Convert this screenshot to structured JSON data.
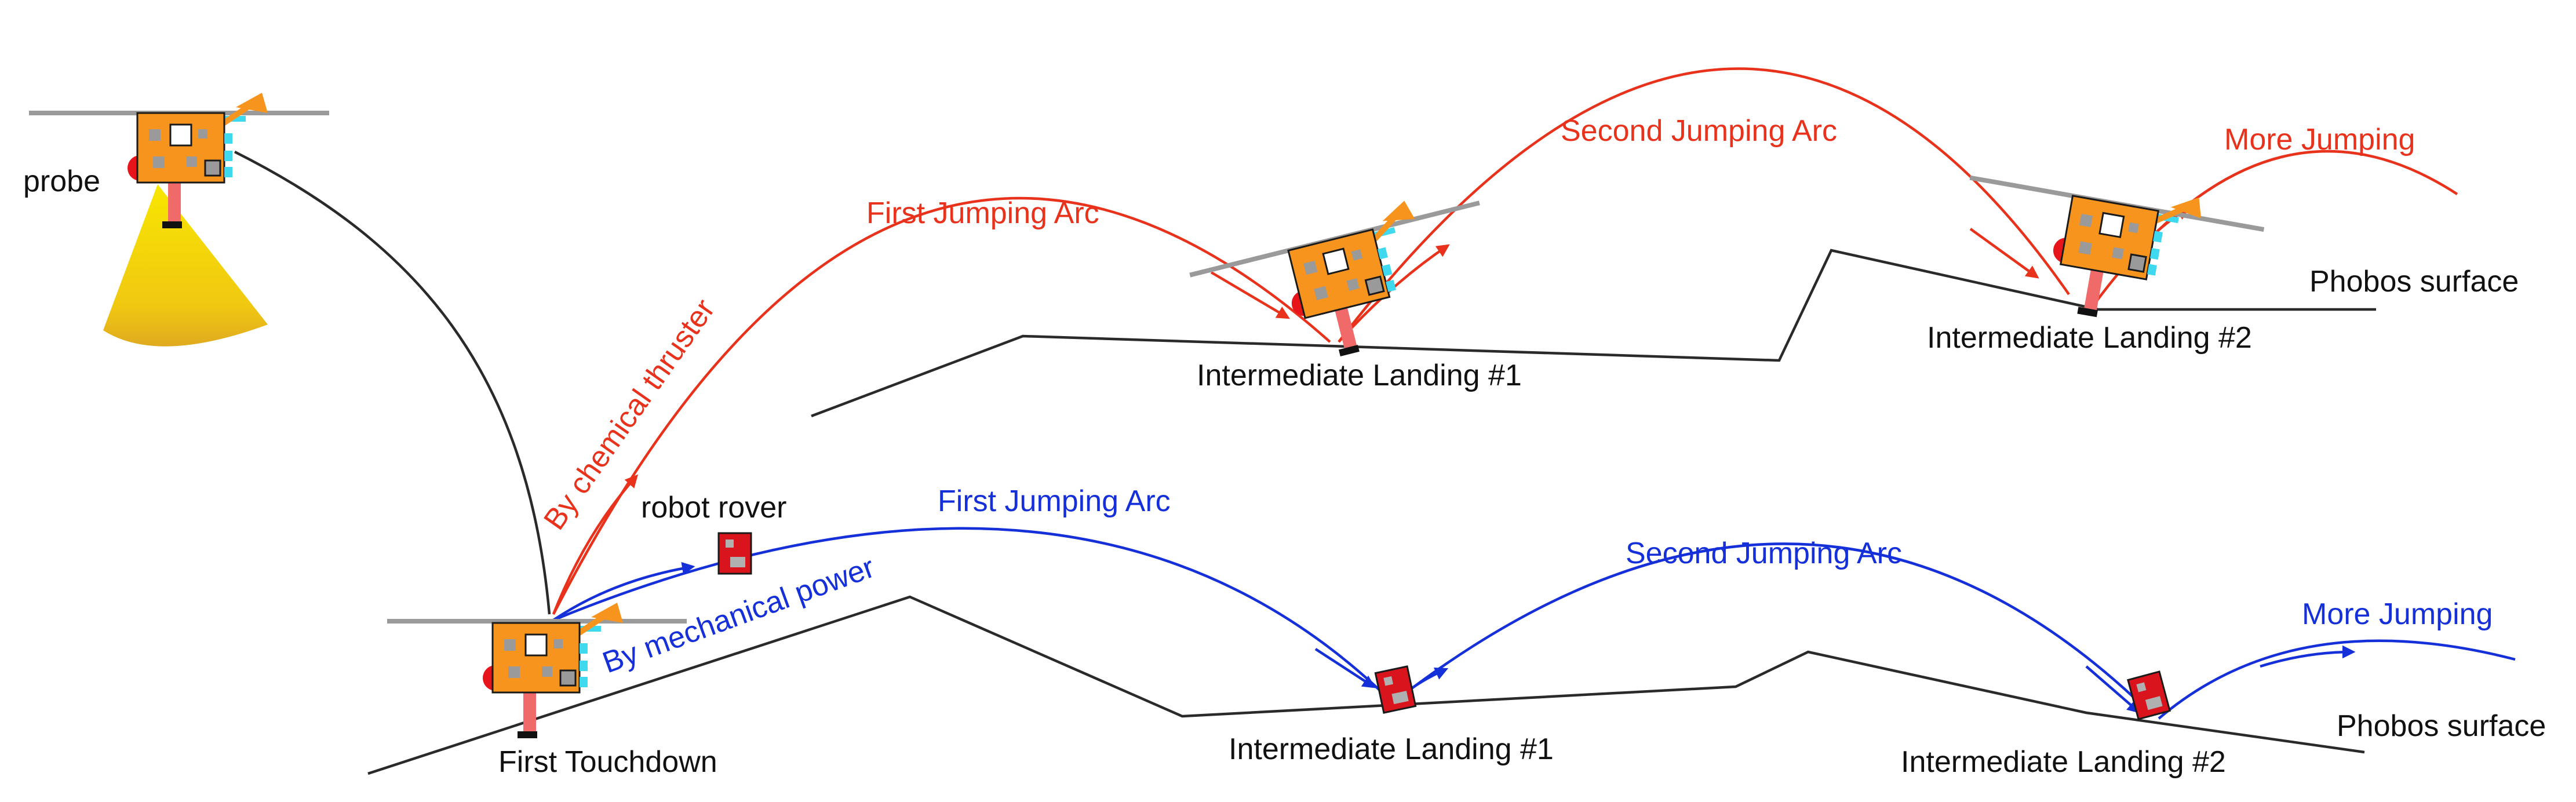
{
  "colors": {
    "red_arc": "#e8321c",
    "blue_arc": "#1530d9",
    "surface": "#2a2a2a",
    "probe_body": "#f7941d",
    "probe_panel": "#3fd9ef",
    "rover": "#d9141c",
    "camera_cone": "#f2d10f",
    "solar_bar": "#9a9a9a"
  },
  "labels": {
    "probe": "probe",
    "robot_rover": "robot rover",
    "by_chemical_thruster": "By chemical thruster",
    "by_mechanical_power": "By mechanical power",
    "first_touchdown": "First Touchdown",
    "top": {
      "first_arc": "First Jumping Arc",
      "second_arc": "Second Jumping Arc",
      "more_jumping": "More Jumping",
      "landing_1": "Intermediate Landing #1",
      "landing_2": "Intermediate Landing #2",
      "surface": "Phobos surface"
    },
    "bottom": {
      "first_arc": "First Jumping Arc",
      "second_arc": "Second Jumping Arc",
      "more_jumping": "More Jumping",
      "landing_1": "Intermediate Landing #1",
      "landing_2": "Intermediate Landing #2",
      "surface": "Phobos surface"
    }
  }
}
